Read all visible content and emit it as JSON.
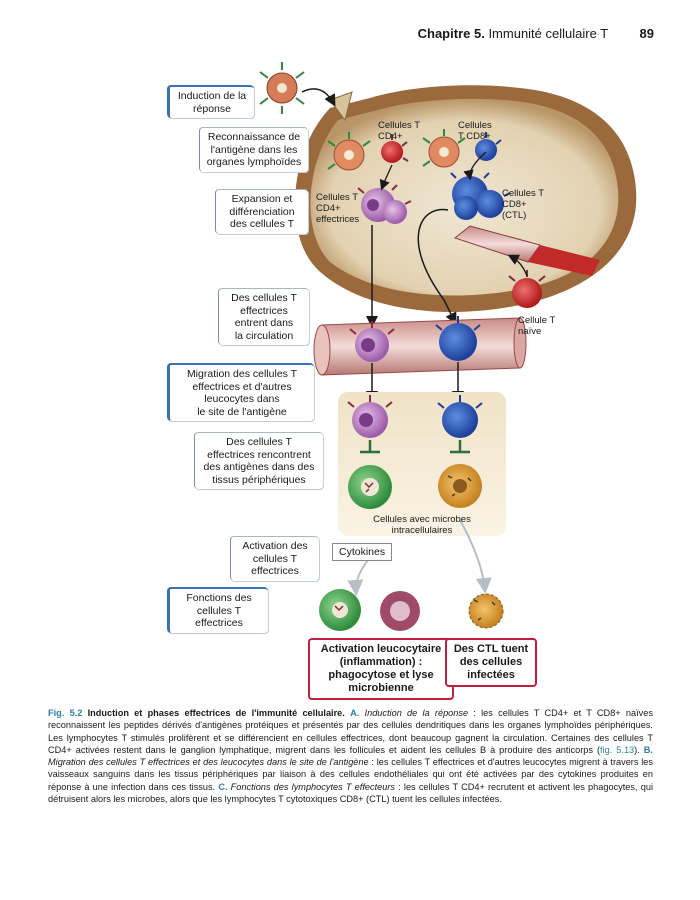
{
  "header": {
    "chapter": "Chapitre 5.",
    "chapter_title": "Immunité cellulaire T",
    "page": "89"
  },
  "steps": [
    [
      "Induction de la",
      "réponse"
    ],
    [
      "Reconnaissance de",
      "l'antigène dans les",
      "organes lymphoïdes"
    ],
    [
      "Expansion et",
      "différenciation",
      "des cellules T"
    ],
    [
      "Des cellules T",
      "effectrices",
      "entrent dans",
      "la circulation"
    ],
    [
      "Migration des cellules T",
      "effectrices et d'autres",
      "leucocytes dans",
      "le site de l'antigène"
    ],
    [
      "Des cellules T",
      "effectrices rencontrent",
      "des antigènes dans des",
      "tissus périphériques"
    ],
    [
      "Activation des",
      "cellules T",
      "effectrices"
    ],
    [
      "Fonctions des",
      "cellules T",
      "effectrices"
    ]
  ],
  "diagram": {
    "cd4_label": [
      "Cellules T",
      "CD4+"
    ],
    "cd8_label": [
      "Cellules",
      "T CD8+"
    ],
    "cd4_eff_label": [
      "Cellules T",
      "CD4+",
      "effectrices"
    ],
    "ctl_label": [
      "Cellules T",
      "CD8+",
      "(CTL)"
    ],
    "naive_label": [
      "Cellule T",
      "naïve"
    ],
    "microbes_label": [
      "Cellules avec microbes",
      "intracellulaires"
    ],
    "cytokines": "Cytokines"
  },
  "outcomes": {
    "left": [
      "Activation leucocytaire",
      "(inflammation) :",
      "phagocytose et lyse",
      "microbienne"
    ],
    "right": [
      "Des CTL tuent",
      "des cellules",
      "infectées"
    ]
  },
  "caption": {
    "fig_no": "Fig. 5.2",
    "title": "Induction et phases effectrices de l'immunité cellulaire.",
    "part_a_letter": "A.",
    "part_a_title": "Induction de la réponse",
    "part_a_text": " : les cellules T CD4+ et T CD8+ naïves reconnaissent les peptides dérivés d'antigènes protéiques et présentés par des cellules dendritiques dans les organes lymphoïdes périphériques. Les lymphocytes T stimulés prolifèrent et se différencient en cellules effectrices, dont beaucoup gagnent la circulation. Certaines des cellules T CD4+ activées restent dans le ganglion lymphatique, migrent dans les follicules et aident les cellules B à produire des anticorps (",
    "part_a_ref": "fig. 5.13",
    "part_a_end": ").",
    "part_b_letter": "B.",
    "part_b_title": "Migration des cellules T effectrices et des leucocytes dans le site de l'antigène",
    "part_b_text": " : les cellules T effectrices et d'autres leucocytes migrent à travers les vaisseaux sanguins dans les tissus périphériques par liaison à des cellules endothéliales qui ont été activées par des cytokines produites en réponse à une infection dans ces tissus.",
    "part_c_letter": "C.",
    "part_c_title": "Fonctions des lymphocytes T effecteurs",
    "part_c_text": " : les cellules T CD4+ recrutent et activent les phagocytes, qui détruisent alors les microbes, alors que les lymphocytes T cytotoxiques CD8+ (CTL) tuent les cellules infectées."
  }
}
